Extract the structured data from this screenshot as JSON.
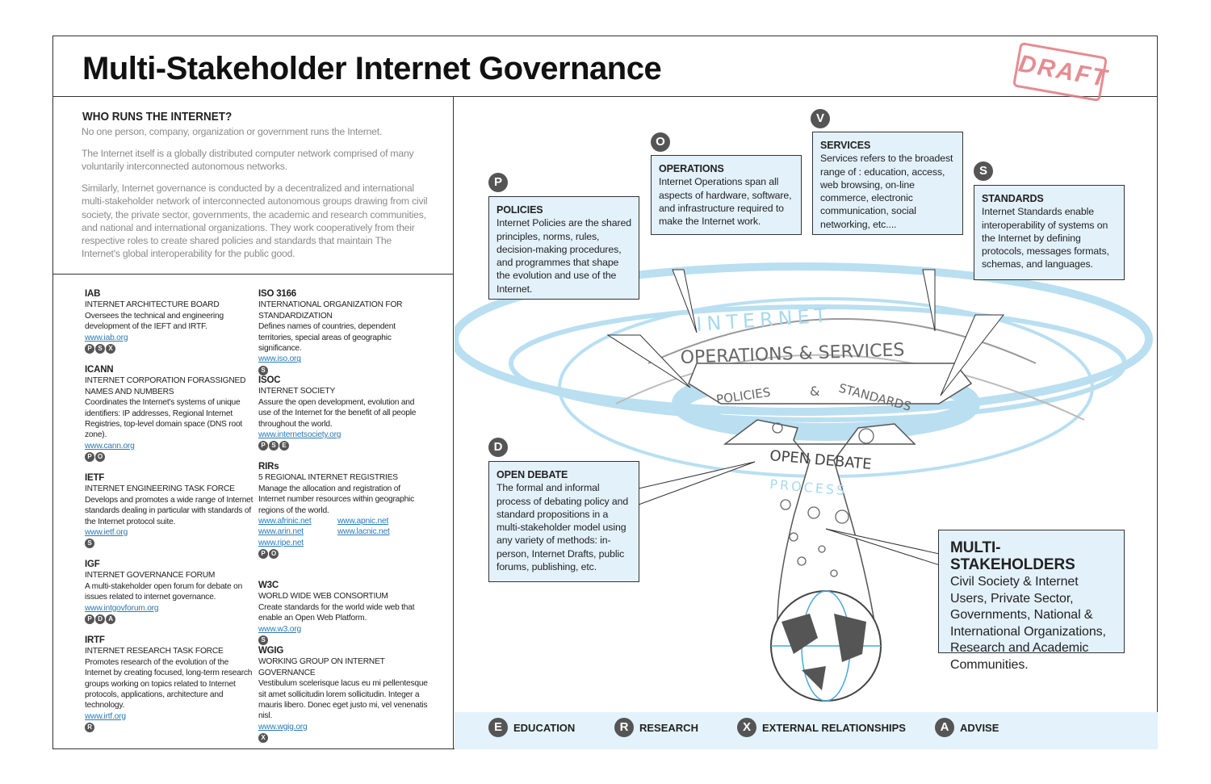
{
  "title": "Multi-Stakeholder Internet Governance",
  "stamp": "DRAFT",
  "intro": {
    "heading": "WHO RUNS THE INTERNET?",
    "paragraphs": [
      "No one person, company, organization or government runs the Internet.",
      "The Internet itself is a globally distributed computer network comprised of many voluntarily interconnected autonomous networks.",
      "Similarly, Internet governance is conducted by a decentralized and international multi-stakeholder network of interconnected autonomous groups drawing from civil society, the private sector, governments, the academic and research communities, and national and international organizations. They work cooperatively from their respective roles to create shared policies and standards that maintain The Internet's global interoperability for the public good."
    ]
  },
  "organizations": [
    {
      "abbr": "IAB",
      "name": "INTERNET ARCHITECTURE BOARD",
      "desc": "Oversees the technical and engineering development of the IEFT and IRTF.",
      "links": [
        "www.iab.org"
      ],
      "roles": [
        "P",
        "S",
        "X"
      ]
    },
    {
      "abbr": "ICANN",
      "name": "INTERNET CORPORATION FORASSIGNED NAMES AND NUMBERS",
      "desc": "Coordinates the Internet's systems of unique identifiers: IP addresses, Regional Internet Registries, top-level domain space (DNS root zone).",
      "links": [
        "www.cann.org"
      ],
      "roles": [
        "P",
        "O"
      ]
    },
    {
      "abbr": "IETF",
      "name": "INTERNET ENGINEERING TASK FORCE",
      "desc": "Develops and promotes a wide range of Internet standards dealing in particular with standards of the Internet protocol suite.",
      "links": [
        "www.ietf.org"
      ],
      "roles": [
        "S"
      ]
    },
    {
      "abbr": "IGF",
      "name": "INTERNET GOVERNANCE FORUM",
      "desc": "A multi-stakeholder open forum for debate on issues related to internet governance.",
      "links": [
        "www.intgovforum.org"
      ],
      "roles": [
        "P",
        "D",
        "A"
      ]
    },
    {
      "abbr": "IRTF",
      "name": "INTERNET RESEARCH TASK FORCE",
      "desc": "Promotes research of the evolution of the Internet by creating focused, long-term research groups working on topics related to Internet protocols, applications, architecture and technology.",
      "links": [
        "www.irtf.org"
      ],
      "roles": [
        "R"
      ]
    },
    {
      "abbr": "ISO 3166",
      "name": "INTERNATIONAL ORGANIZATION FOR STANDARDIZATION",
      "desc": "Defines names of countries, dependent territories, special areas of geographic significance.",
      "links": [
        "www.iso.org"
      ],
      "roles": [
        "S"
      ]
    },
    {
      "abbr": "ISOC",
      "name": "INTERNET SOCIETY",
      "desc": "Assure the open development, evolution and use of the Internet for the benefit of all people throughout the world.",
      "links": [
        "www.internetsociety.org"
      ],
      "roles": [
        "P",
        "S",
        "E"
      ]
    },
    {
      "abbr": "RIRs",
      "name": "5 REGIONAL INTERNET REGISTRIES",
      "desc": "Manage the allocation and registration of Internet number resources within geographic regions of the world.",
      "links": [
        "www.afrinic.net",
        "www.apnic.net",
        "www.arin.net",
        "www.lacnic.net",
        "www.ripe.net"
      ],
      "roles": [
        "P",
        "O"
      ]
    },
    {
      "abbr": "W3C",
      "name": "WORLD WIDE WEB CONSORTIUM",
      "desc": "Create standards for the world wide web that enable an Open Web Platform.",
      "links": [
        "www.w3.org"
      ],
      "roles": [
        "S"
      ]
    },
    {
      "abbr": "WGIG",
      "name": "WORKING GROUP ON INTERNET GOVERNANCE",
      "desc": "Vestibulum scelerisque lacus eu mi pellentesque sit amet sollicitudin lorem sollicitudin. Integer a mauris libero. Donec eget justo mi, vel venenatis nisl.",
      "links": [
        "www.wgig.org"
      ],
      "roles": [
        "X"
      ]
    }
  ],
  "callouts": {
    "policies": {
      "letter": "P",
      "heading": "POLICIES",
      "text": "Internet Policies are the shared principles, norms, rules, decision-making procedures, and programmes that shape the evolution and use of the Internet."
    },
    "operations": {
      "letter": "O",
      "heading": "OPERATIONS",
      "text": "Internet Operations span all aspects of hardware, software, and infrastructure required to make the Internet work."
    },
    "services": {
      "letter": "V",
      "heading": "SERVICES",
      "text": "Services refers to the broadest range of : education, access, web browsing, on-line commerce, electronic communication, social networking, etc...."
    },
    "standards": {
      "letter": "S",
      "heading": "STANDARDS",
      "text": "Internet Standards enable interoperability of systems on the Internet by defining protocols, messages formats, schemas, and languages."
    },
    "debate": {
      "letter": "D",
      "heading": "OPEN DEBATE",
      "text": "The formal and informal process of debating policy and standard propositions in a multi-stakeholder model using any variety of methods: in-person, Internet Drafts, public forums, publishing, etc."
    },
    "stakeholders": {
      "heading": "MULTI-STAKEHOLDERS",
      "text": "Civil Society & Internet Users, Private Sector, Governments, National & International Organizations, Research and Academic Communities."
    }
  },
  "sketch": {
    "internet": "INTERNET",
    "ops": "OPERATIONS & SERVICES",
    "policies": "POLICIES",
    "amp": "&",
    "standards": "STANDARDS",
    "debate": "OPEN DEBATE",
    "process": "PROCESS"
  },
  "legend": [
    {
      "letter": "E",
      "label": "EDUCATION"
    },
    {
      "letter": "R",
      "label": "RESEARCH"
    },
    {
      "letter": "X",
      "label": "EXTERNAL RELATIONSHIPS"
    },
    {
      "letter": "A",
      "label": "ADVISE"
    }
  ]
}
